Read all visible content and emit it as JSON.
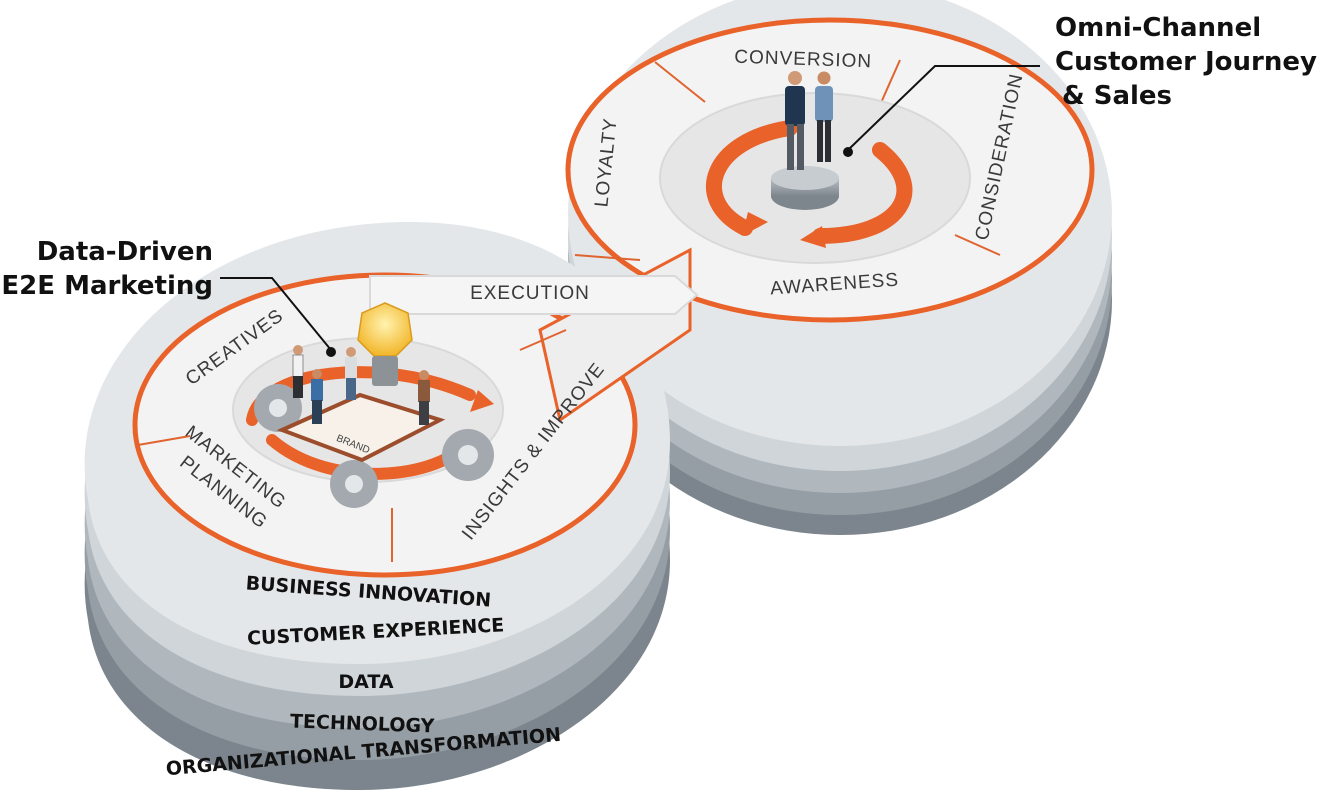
{
  "callouts": {
    "omni_channel": [
      "Omni-Channel",
      "Customer Journey",
      "& Sales"
    ],
    "data_driven": [
      "Data-Driven",
      "E2E Marketing"
    ]
  },
  "loop_right": {
    "segments": [
      "CONVERSION",
      "CONSIDERATION",
      "AWARENESS",
      "LOYALTY"
    ]
  },
  "connector": {
    "label": "EXECUTION"
  },
  "loop_left": {
    "segments": [
      "CREATIVES",
      "MARKETING",
      "PLANNING",
      "INSIGHTS & IMPROVE"
    ],
    "center_label": "BRAND"
  },
  "layers": [
    "BUSINESS INNOVATION",
    "CUSTOMER EXPERIENCE",
    "DATA",
    "TECHNOLOGY",
    "ORGANIZATIONAL TRANSFORMATION"
  ],
  "colors": {
    "accent": "#e8622a",
    "surface": "#f1f1f1",
    "layer_top": "#e9ebec",
    "layer_bottom": "#7c858d",
    "text": "#111111"
  }
}
